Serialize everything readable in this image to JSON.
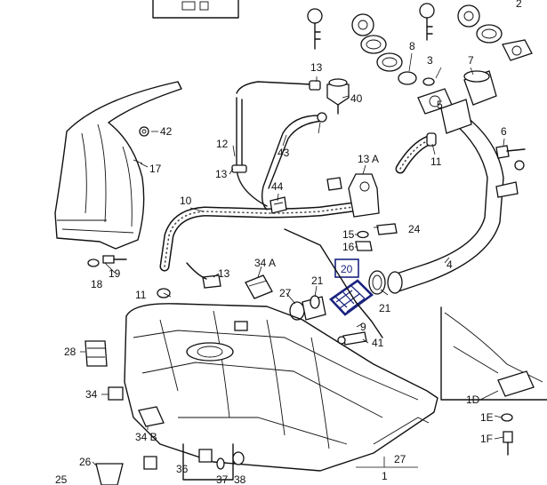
{
  "labels": {
    "p1d": "1D",
    "p1e": "1E",
    "p1f": "1F",
    "p2": "2",
    "p3": "3",
    "p4": "4",
    "p5": "5",
    "p6": "6",
    "p7": "7",
    "p8": "8",
    "p9": "9",
    "p10": "10",
    "p11a": "11",
    "p11b": "11",
    "p12": "12",
    "p13a": "13",
    "p13b": "13",
    "p13c": "13",
    "p13A": "13 A",
    "p15": "15",
    "p16": "16",
    "p17": "17",
    "p18": "18",
    "p19": "19",
    "p20": "20",
    "p21a": "21",
    "p21b": "21",
    "p24": "24",
    "p25": "25",
    "p26": "26",
    "p27a": "27",
    "p27b": "27",
    "p28": "28",
    "p34": "34",
    "p34A": "34 A",
    "p34B": "34 B",
    "p36": "36",
    "p37": "37",
    "p38": "38",
    "p40": "40",
    "p41": "41",
    "p42": "42",
    "p43": "43",
    "p44": "44"
  },
  "highlight_color": "#1a237e"
}
